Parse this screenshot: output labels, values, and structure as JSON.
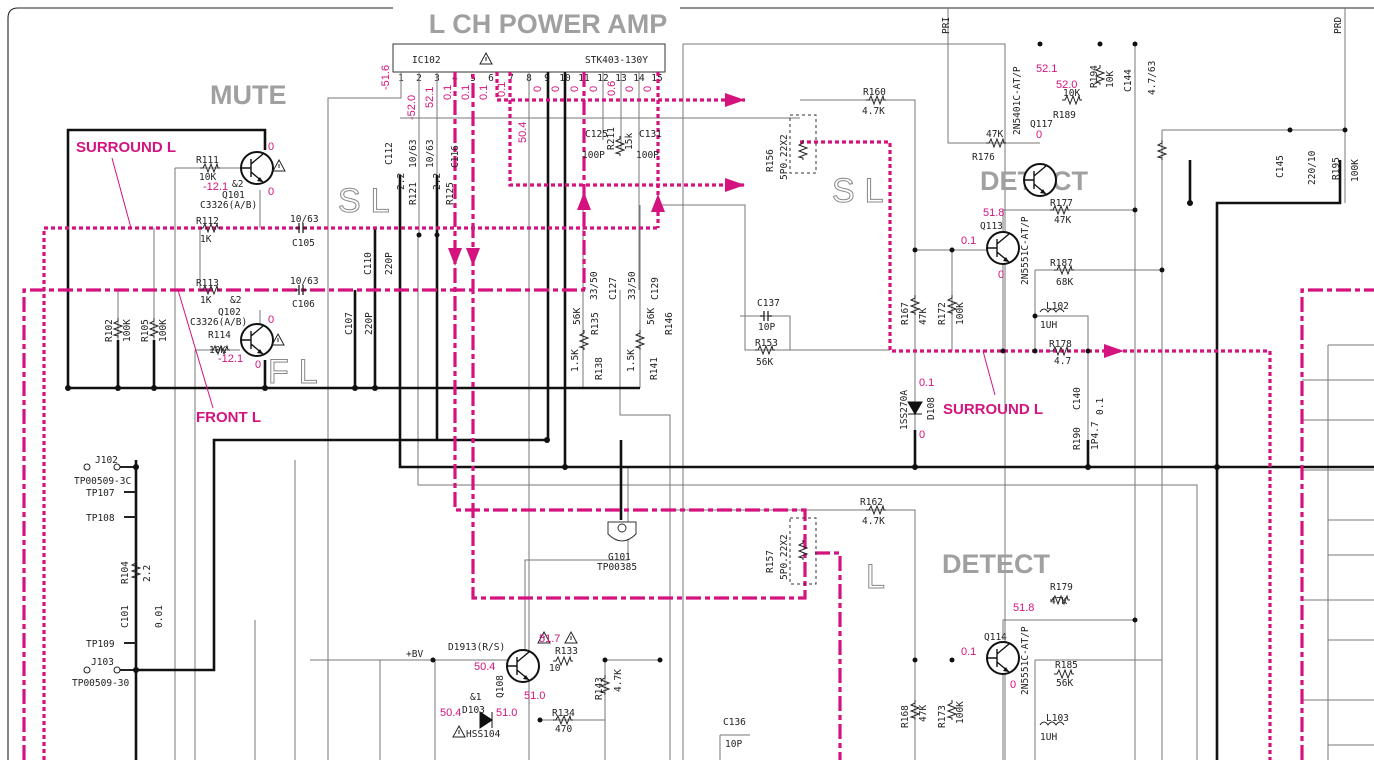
{
  "title": "L CH POWER AMP",
  "colors": {
    "signal": "#d4137f",
    "section": "#a0a0a0",
    "wire": "#111111"
  },
  "sections": {
    "mute": "MUTE",
    "detect_top": "DETECT",
    "detect_bottom": "DETECT",
    "sl_left": "SL",
    "fl": "FL",
    "sl_right": "SL",
    "l": "L"
  },
  "signals": {
    "surround_left_top": "SURROUND L",
    "front_left": "FRONT L",
    "surround_left_right": "SURROUND L"
  },
  "rails": {
    "pri": "PRI",
    "prd": "PRD",
    "bv": "+BV"
  },
  "ic": {
    "ref": "IC102",
    "part": "STK403-130Y",
    "pins": [
      "1",
      "2",
      "3",
      "4",
      "5",
      "6",
      "7",
      "8",
      "9",
      "10",
      "11",
      "12",
      "13",
      "14",
      "15"
    ],
    "pin_voltages": [
      "-51.6",
      "-52.0",
      "52.1",
      "0.1",
      "0.1",
      "0.1",
      "0.1",
      "0",
      "0",
      "0",
      "0",
      "0.6",
      "0",
      "0"
    ],
    "node_voltage": "50.4"
  },
  "mute": {
    "r111": "R111",
    "r111_v": "10K",
    "q101": "Q101",
    "q101_part": "C3326(A/B)",
    "q101_amp": "&2",
    "q101_b": "-12.1",
    "q101_c": "0",
    "q101_e": "0",
    "r112": "R112",
    "r112_v": "1K",
    "r113": "R113",
    "r113_v": "1K",
    "q102_amp": "&2",
    "q102": "Q102",
    "q102_part": "C3326(A/B)",
    "r114": "R114",
    "r114_v": "10K",
    "q102_b": "-12.1",
    "q102_c": "0",
    "q102_e": "0",
    "c105": "C105",
    "c105_v": "10/63",
    "c106": "C106",
    "c106_v": "10/63",
    "r102": "R102",
    "r102_v": "100K",
    "r105": "R105",
    "r105_v": "100K",
    "c110": "C110",
    "c110_v": "220P",
    "c107": "C107",
    "c107_v": "220P"
  },
  "amp": {
    "c112": "C112",
    "c112_v": "10/63",
    "c116": "C116",
    "c116_v": "10/63",
    "r121": "R121",
    "r121_v": "2.2",
    "r125": "R125",
    "r125_v": "2.2",
    "c125": "C125",
    "c125_v": "100P",
    "r211": "R211",
    "r211_v": "15k",
    "c131": "C131",
    "c131_v": "100P",
    "r160": "R160",
    "r160_v": "4.7K",
    "r156": "R156",
    "r156_v": "5P0.22X2",
    "c127": "C127",
    "c127_v": "33/50",
    "c129": "C129",
    "c129_v": "33/50",
    "r135": "R135",
    "r135_v": "56K",
    "r146": "R146",
    "r146_v": "56K",
    "r138": "R138",
    "r138_v": "1.5K",
    "r141": "R141",
    "r141_v": "1.5K",
    "c137": "C137",
    "c137_v": "10P",
    "r153": "R153",
    "r153_v": "56K",
    "r162": "R162",
    "r162_v": "4.7K",
    "r157": "R157",
    "r157_v": "5P0.22X2",
    "g101": "G101",
    "g101_part": "TP00385"
  },
  "detect_top": {
    "q117": "Q117",
    "q117_part": "2N5401C-AT/P",
    "q117_e": "52.1",
    "q117_b": "52.0",
    "q117_c": "0",
    "r189": "R189",
    "r189_v": "10K",
    "r194": "R194",
    "r194_v": "10K",
    "c144": "C144",
    "c144_v": "4.7/63",
    "r176": "R176",
    "r176_v": "47K",
    "q113": "Q113",
    "q113_part": "2N5551C-AT/P",
    "q113_c": "51.8",
    "q113_b": "0.1",
    "q113_e": "0",
    "r177": "R177",
    "r177_v": "47K",
    "r187": "R187",
    "r187_v": "68K",
    "l102": "L102",
    "l102_v": "1UH",
    "r178": "R178",
    "r178_v": "4.7",
    "c140": "C140",
    "c140_v": "0.1",
    "r190": "R190",
    "r190_v": "1P4.7",
    "r167": "R167",
    "r167_v": "47K",
    "r172": "R172",
    "r172_v": "100K",
    "d108": "D108",
    "d108_part": "1SS270A",
    "d108_a": "0.1",
    "d108_k": "0",
    "c145": "C145",
    "c145_v": "220/10",
    "r195": "R195",
    "r195_v": "100K"
  },
  "detect_bottom": {
    "q114": "Q114",
    "q114_part": "2N5551C-AT/P",
    "q114_c": "51.8",
    "q114_b": "0.1",
    "q114_e": "0",
    "r179": "R179",
    "r179_v": "47K",
    "r185": "R185",
    "r185_v": "56K",
    "l103": "L103",
    "l103_v": "1UH",
    "r168": "R168",
    "r168_v": "47K",
    "r173": "R173",
    "r173_v": "100K"
  },
  "supply": {
    "j102": "J102",
    "j102_part": "TP00509-3C",
    "tp107": "TP107",
    "tp108": "TP108",
    "r104": "R104",
    "r104_v": "2.2",
    "c101": "C101",
    "c101_v": "0.01",
    "tp109": "TP109",
    "j103": "J103",
    "j103_part": "TP00509-30",
    "q108": "Q108",
    "q108_part": "D1913(R/S)",
    "q108_c": "51.7",
    "q108_b": "50.4",
    "q108_e": "51.0",
    "r133": "R133",
    "r133_v": "10",
    "r143": "R143",
    "r143_v": "4.7K",
    "d103": "D103",
    "d103_part": "HSS104",
    "d103_amp": "&1",
    "d103_a": "50.4",
    "d103_k": "51.0",
    "r134": "R134",
    "r134_v": "470",
    "c136": "C136",
    "c136_v": "10P"
  }
}
